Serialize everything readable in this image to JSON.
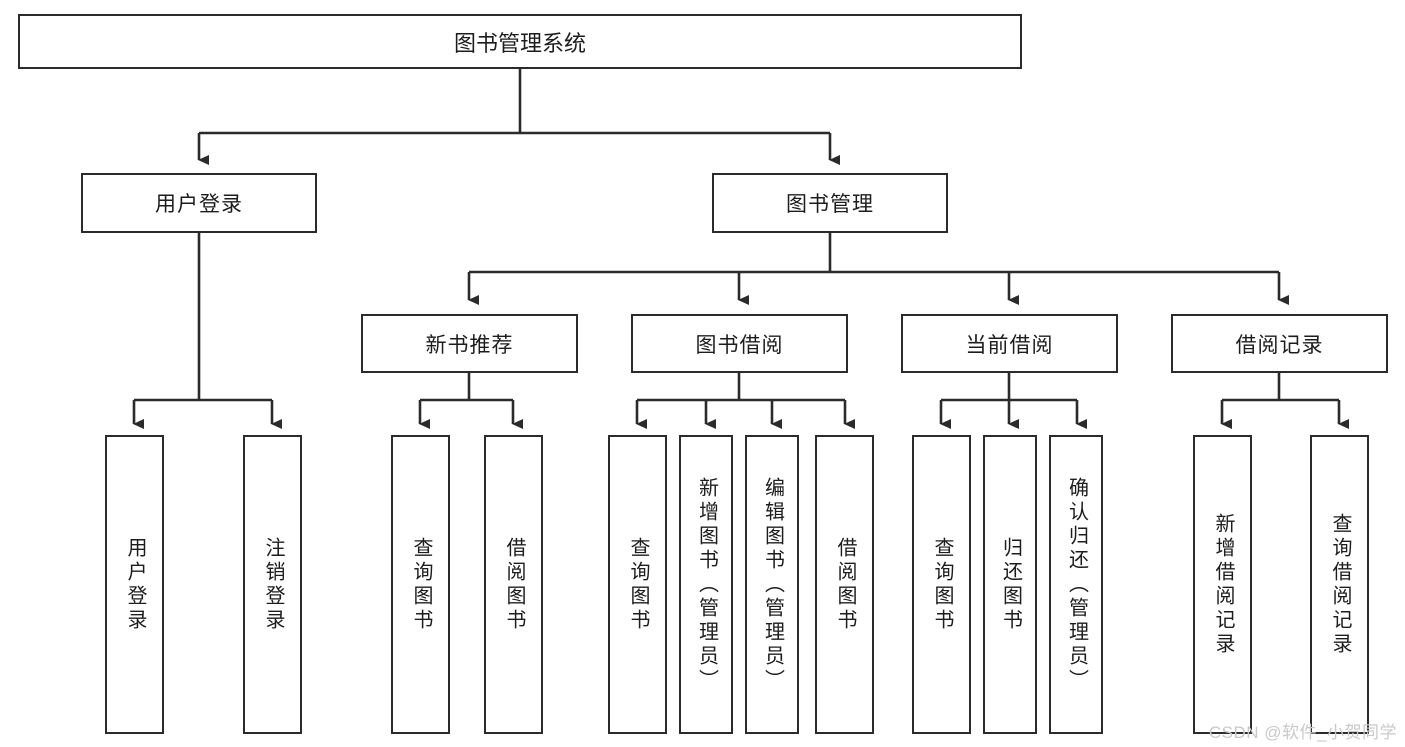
{
  "diagram": {
    "title": "图书管理系统",
    "type": "tree-hierarchy",
    "root": {
      "label": "图书管理系统"
    },
    "level2": [
      {
        "label": "用户登录"
      },
      {
        "label": "图书管理"
      }
    ],
    "level3": [
      {
        "label": "新书推荐"
      },
      {
        "label": "图书借阅"
      },
      {
        "label": "当前借阅"
      },
      {
        "label": "借阅记录"
      }
    ],
    "leaves": [
      {
        "label": "用户登录",
        "parent": "用户登录"
      },
      {
        "label": "注销登录",
        "parent": "用户登录"
      },
      {
        "label": "查询图书",
        "parent": "新书推荐"
      },
      {
        "label": "借阅图书",
        "parent": "新书推荐"
      },
      {
        "label": "查询图书",
        "parent": "图书借阅"
      },
      {
        "label": "新增图书（管理员）",
        "parent": "图书借阅"
      },
      {
        "label": "编辑图书（管理员）",
        "parent": "图书借阅"
      },
      {
        "label": "借阅图书",
        "parent": "图书借阅"
      },
      {
        "label": "查询图书",
        "parent": "当前借阅"
      },
      {
        "label": "归还图书",
        "parent": "当前借阅"
      },
      {
        "label": "确认归还（管理员）",
        "parent": "当前借阅"
      },
      {
        "label": "新增借阅记录",
        "parent": "借阅记录"
      },
      {
        "label": "查询借阅记录",
        "parent": "借阅记录"
      }
    ]
  },
  "watermark": {
    "text": "CSDN @软件_小贺同学"
  },
  "colors": {
    "stroke": "#2b2b2b",
    "background": "#ffffff",
    "text": "#1d1d1d",
    "watermark": "#c9c9c9"
  }
}
